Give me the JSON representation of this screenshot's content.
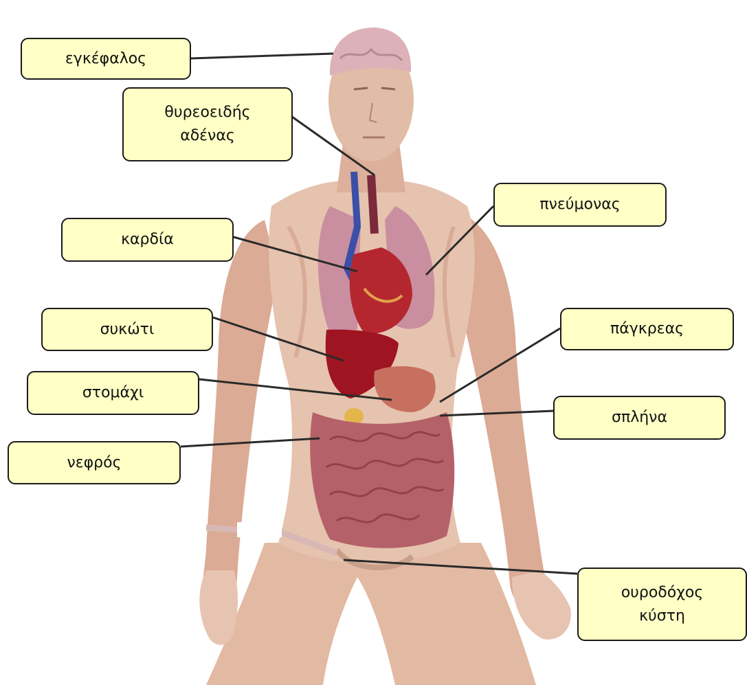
{
  "diagram": {
    "labels": [
      {
        "id": "brain",
        "text": "εγκέφαλος"
      },
      {
        "id": "thyroid",
        "text": "θυρεοειδής\nαδένας"
      },
      {
        "id": "lung",
        "text": "πνεύμονας"
      },
      {
        "id": "heart",
        "text": "καρδία"
      },
      {
        "id": "liver",
        "text": "συκώτι"
      },
      {
        "id": "pancreas",
        "text": "πάγκρεας"
      },
      {
        "id": "stomach",
        "text": "στομάχι"
      },
      {
        "id": "spleen",
        "text": "σπλήνα"
      },
      {
        "id": "kidney",
        "text": "νεφρός"
      },
      {
        "id": "bladder",
        "text": "ουροδόχος\nκύστη"
      }
    ]
  },
  "colors": {
    "label_fill": "#ffffc6",
    "label_border": "#1b1b1b",
    "leader_line": "#2a2a2a",
    "skin": "#e6c3ae",
    "muscle": "#d9a28f",
    "heart": "#b5272f",
    "liver": "#9e1420",
    "lung": "#c98fa0",
    "intestine": "#b5616a",
    "vein": "#3b4fa8",
    "brain": "#dcb2b8"
  }
}
